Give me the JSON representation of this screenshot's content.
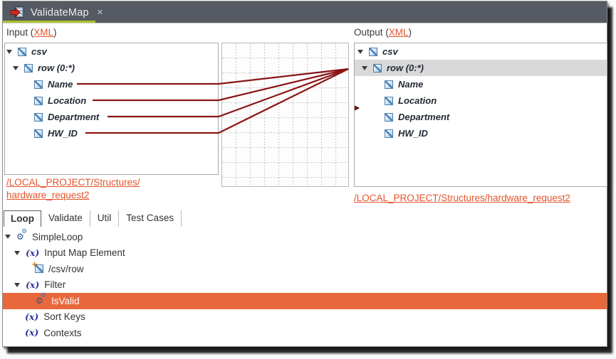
{
  "tab": {
    "title": "ValidateMap",
    "close_glyph": "✕"
  },
  "icons": {
    "fx": "(x)",
    "gear": "⚙"
  },
  "input": {
    "label_open": "Input (",
    "link": "XML",
    "label_close": ")",
    "tree": [
      {
        "label": "csv"
      },
      {
        "label": "row (0:*)"
      },
      {
        "label": "Name"
      },
      {
        "label": "Location"
      },
      {
        "label": "Department"
      },
      {
        "label": "HW_ID"
      }
    ],
    "structure_link_line1": "/LOCAL_PROJECT/Structures/",
    "structure_link_line2": "hardware_request2"
  },
  "output": {
    "label_open": "Output (",
    "link": "XML",
    "label_close": ")",
    "tree": [
      {
        "label": "csv"
      },
      {
        "label": "row (0:*)"
      },
      {
        "label": "Name"
      },
      {
        "label": "Location"
      },
      {
        "label": "Department"
      },
      {
        "label": "HW_ID"
      }
    ],
    "structure_link": "/LOCAL_PROJECT/Structures/hardware_request2"
  },
  "mappings": {
    "target": "row (0:*)",
    "sources": [
      "Name",
      "Location",
      "Department",
      "HW_ID"
    ]
  },
  "tabs": {
    "items": [
      "Loop",
      "Validate",
      "Util",
      "Test Cases"
    ],
    "active": "Loop"
  },
  "rules": {
    "tree": [
      {
        "label": "SimpleLoop",
        "icon": "gears"
      },
      {
        "label": "Input Map Element",
        "icon": "fx"
      },
      {
        "label": "/csv/row",
        "icon": "xml-element-new"
      },
      {
        "label": "Filter",
        "icon": "fx"
      },
      {
        "label": "IsValid",
        "icon": "gears",
        "selected": true
      },
      {
        "label": "Sort Keys",
        "icon": "fx"
      },
      {
        "label": "Contexts",
        "icon": "fx"
      }
    ]
  },
  "colors": {
    "tabbar": "#555a63",
    "accent_green": "#aec22b",
    "selection_orange": "#e8683c",
    "link_orange": "#e2542c",
    "map_line": "#8b1414",
    "highlight_row": "#d9d9d9"
  }
}
